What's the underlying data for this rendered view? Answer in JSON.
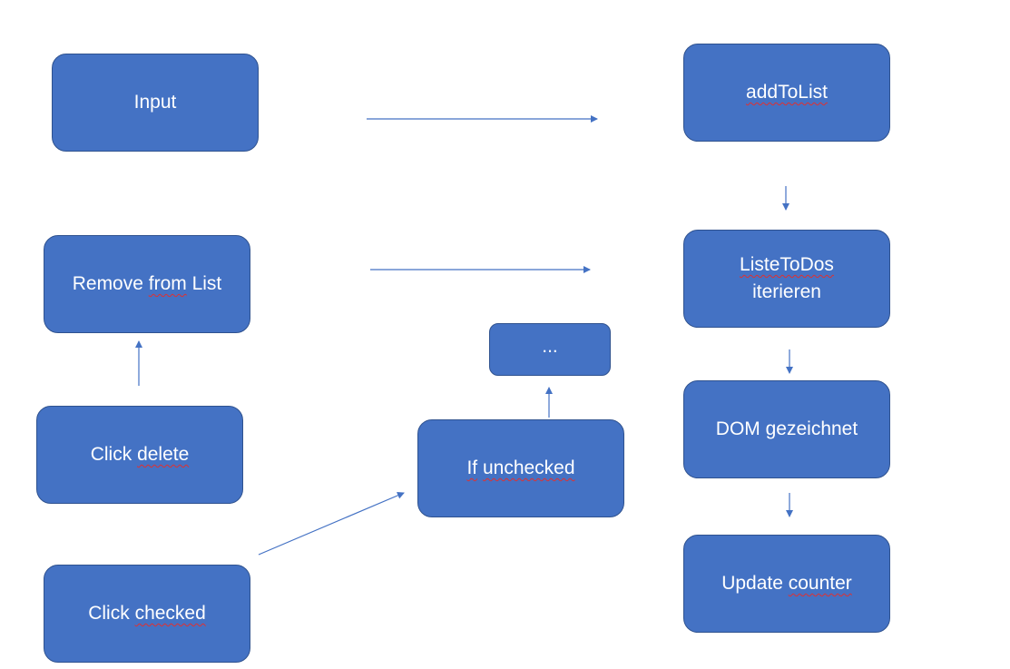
{
  "nodes": {
    "input": {
      "text": "Input"
    },
    "add_to_list": {
      "text": "addToList"
    },
    "remove_from_list": {
      "before": "Remove ",
      "misspelled": "from",
      "after": " List"
    },
    "liste_todos": {
      "line1": "ListeToDos",
      "line2": "iterieren"
    },
    "ellipsis": {
      "text": "..."
    },
    "dom_gezeichnet": {
      "text": "DOM gezeichnet"
    },
    "click_delete": {
      "before": "Click ",
      "misspelled": "delete"
    },
    "if_unchecked": {
      "misspelled_1": "If",
      "space": " ",
      "misspelled_2": "unchecked"
    },
    "click_checked": {
      "before": "Click ",
      "misspelled": "checked"
    },
    "update_counter": {
      "before": "Update ",
      "misspelled": "counter"
    }
  },
  "colors": {
    "node_fill": "#4472c4",
    "node_border": "#2f528f",
    "node_text": "#ffffff",
    "arrow": "#4472c4",
    "spellcheck_underline": "#e03030",
    "background": "#ffffff"
  }
}
